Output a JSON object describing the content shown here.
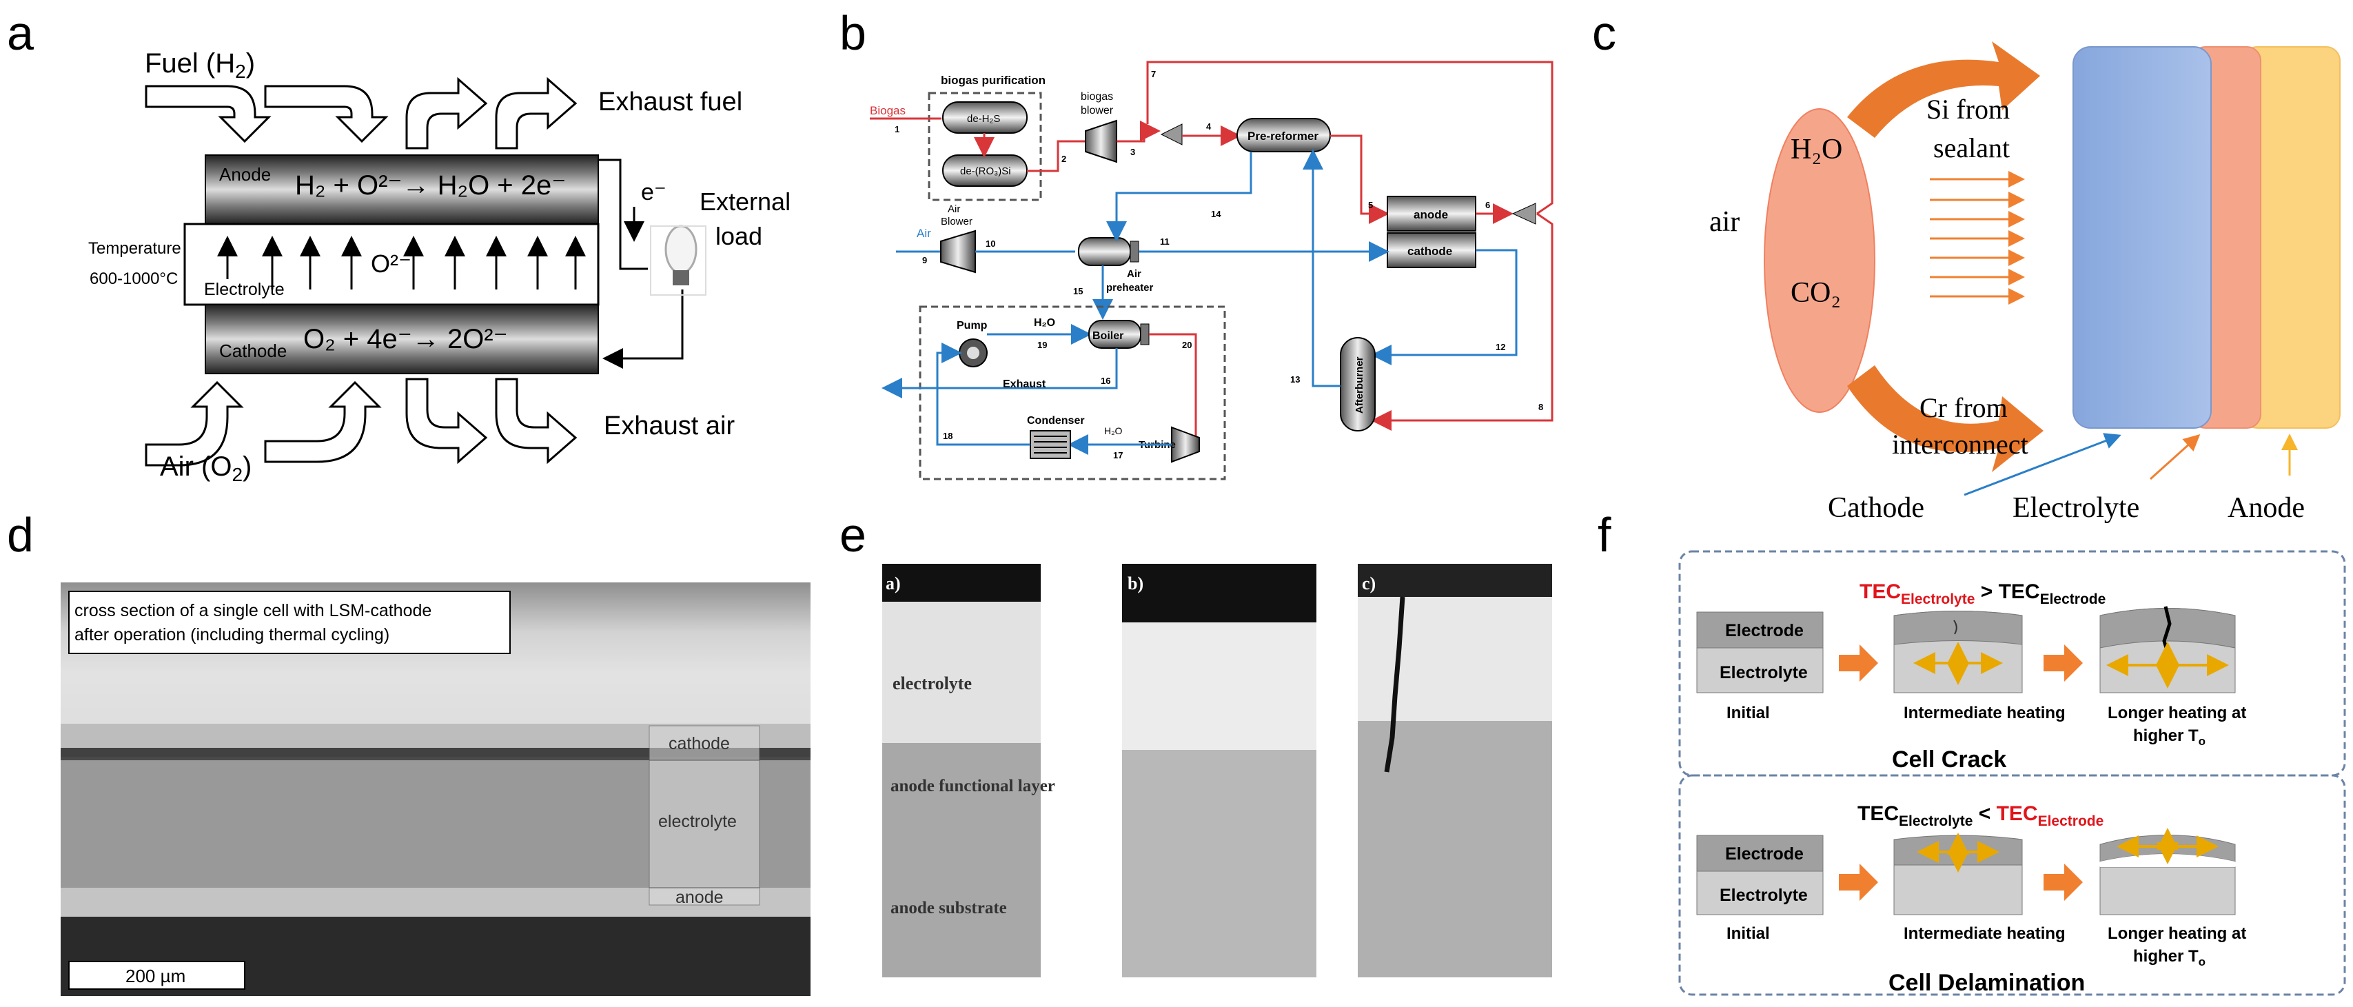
{
  "colors": {
    "cathode_blue": "#8fb0e0",
    "electrolyte_salmon": "#f5a68a",
    "anode_yellow": "#fcd37e",
    "arrow_orange": "#f08030",
    "stream_red": "#d9363a",
    "stream_blue": "#2a7fc8",
    "crack_box_border": "#6b83a6"
  },
  "panel_a": {
    "letter": "a",
    "fuel_label": "Fuel (H",
    "fuel_sub": "2",
    "fuel_close": ")",
    "exhaust_fuel": "Exhaust fuel",
    "anode": "Anode",
    "anode_reaction": "H₂ + O²⁻→ H₂O + 2e⁻",
    "e_minus": "e⁻",
    "external": "External",
    "load": "load",
    "temperature": "Temperature",
    "temp_range": "600-1000°C",
    "electrolyte": "Electrolyte",
    "ion": "O²⁻",
    "cathode": "Cathode",
    "cathode_reaction": "O₂ + 4e⁻→  2O²⁻",
    "exhaust_air": "Exhaust air",
    "air_label": "Air (O",
    "air_sub": "2",
    "air_close": ")"
  },
  "panel_b": {
    "letter": "b",
    "biogas_purification": "biogas purification",
    "biogas": "Biogas",
    "de_h2s": "de-H₂S",
    "de_ro3si": "de-(RO₃)Si",
    "biogas_blower_1": "biogas",
    "biogas_blower_2": "blower",
    "pre_reformer": "Pre-reformer",
    "anode": "anode",
    "cathode": "cathode",
    "air_blower_1": "Air",
    "air_blower_2": "Blower",
    "air": "Air",
    "air_preheater_1": "Air",
    "air_preheater_2": "preheater",
    "pump": "Pump",
    "h2o": "H₂O",
    "boiler": "Boiler",
    "exhaust": "Exhaust",
    "condenser": "Condenser",
    "h2o_turbine": "H₂O",
    "turbine": "Turbine",
    "afterburner": "Afterburner",
    "streams": [
      "1",
      "2",
      "3",
      "4",
      "5",
      "6",
      "7",
      "8",
      "9",
      "10",
      "11",
      "12",
      "13",
      "14",
      "15",
      "16",
      "17",
      "18",
      "19",
      "20"
    ]
  },
  "panel_c": {
    "letter": "c",
    "air": "air",
    "h2o": "H₂O",
    "co2": "CO₂",
    "si_1": "Si from",
    "si_2": "sealant",
    "cr_1": "Cr from",
    "cr_2": "interconnect",
    "cathode": "Cathode",
    "electrolyte": "Electrolyte",
    "anode": "Anode"
  },
  "panel_d": {
    "letter": "d",
    "caption_1": "cross section of a single cell with LSM-cathode",
    "caption_2": "after operation (including thermal cycling)",
    "cathode": "cathode",
    "electrolyte": "electrolyte",
    "anode": "anode",
    "scale": "200 µm"
  },
  "panel_e": {
    "letter": "e",
    "sub_a": "a)",
    "sub_b": "b)",
    "sub_c": "c)",
    "electrolyte": "electrolyte",
    "afl": "anode functional layer",
    "substrate": "anode substrate"
  },
  "panel_f": {
    "letter": "f",
    "tec_prefix": "TEC",
    "electrolyte_sub": "Electrolyte",
    "electrode_sub": "Electrode",
    "gt": " > ",
    "lt": " < ",
    "electrode": "Electrode",
    "electrolyte": "Electrolyte",
    "initial": "Initial",
    "intermediate": "Intermediate heating",
    "longer_1": "Longer heating at",
    "longer_2": "higher T",
    "longer_2_sub": "o",
    "crack_title": "Cell Crack",
    "delam_title": "Cell Delamination"
  }
}
